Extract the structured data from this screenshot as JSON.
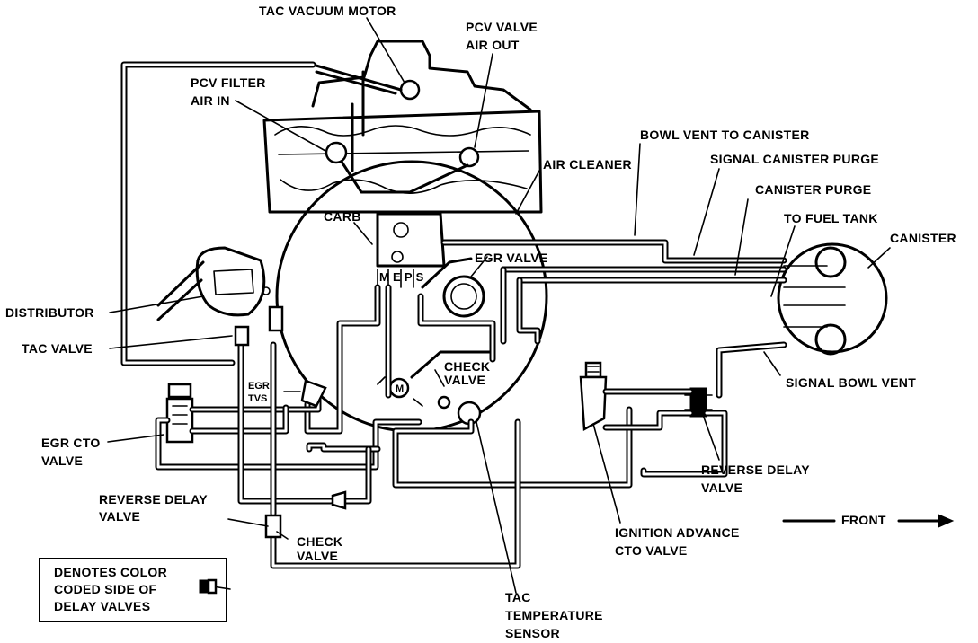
{
  "labels": {
    "tac_vacuum_motor": "TAC VACUUM MOTOR",
    "pcv_valve_line1": "PCV VALVE",
    "pcv_valve_line2": "AIR OUT",
    "pcv_filter_line1": "PCV FILTER",
    "pcv_filter_line2": "AIR IN",
    "bowl_vent_to_canister": "BOWL VENT TO CANISTER",
    "signal_canister_purge": "SIGNAL CANISTER PURGE",
    "air_cleaner": "AIR CLEANER",
    "canister_purge": "CANISTER PURGE",
    "carb": "CARB",
    "to_fuel_tank": "TO FUEL TANK",
    "canister": "CANISTER",
    "egr_valve": "EGR VALVE",
    "meps": "M E P S",
    "distributor": "DISTRIBUTOR",
    "tac_valve": "TAC VALVE",
    "signal_bowl_vent": "SIGNAL BOWL VENT",
    "check_valve_upper_line1": "CHECK",
    "check_valve_upper_line2": "VALVE",
    "motor_symbol": "M",
    "egr_tvs_line1": "EGR",
    "egr_tvs_line2": "TVS",
    "egr_cto_line1": "EGR CTO",
    "egr_cto_line2": "VALVE",
    "reverse_delay_right_line1": "REVERSE DELAY",
    "reverse_delay_right_line2": "VALVE",
    "reverse_delay_left_line1": "REVERSE DELAY",
    "reverse_delay_left_line2": "VALVE",
    "front": "FRONT",
    "ignition_advance_line1": "IGNITION ADVANCE",
    "ignition_advance_line2": "CTO VALVE",
    "check_valve_lower_line1": "CHECK",
    "check_valve_lower_line2": "VALVE",
    "legend_line1": "DENOTES COLOR",
    "legend_line2": "CODED SIDE OF",
    "legend_line3": "DELAY VALVES",
    "tac_sensor_line1": "TAC",
    "tac_sensor_line2": "TEMPERATURE",
    "tac_sensor_line3": "SENSOR"
  }
}
